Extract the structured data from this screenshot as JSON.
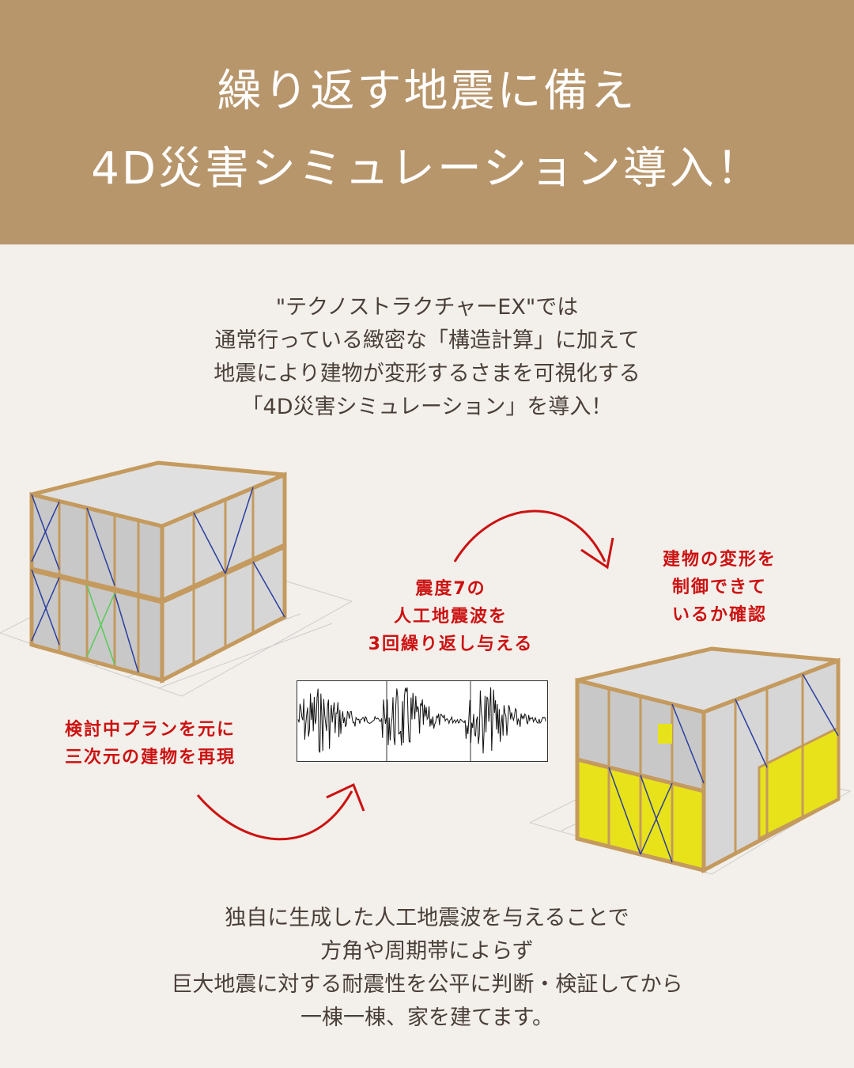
{
  "header": {
    "line1": "繰り返す地震に備え",
    "line2": "4D災害シミュレーション導入！"
  },
  "intro": [
    "\"テクノストラクチャーEX\"では",
    "通常行っている緻密な「構造計算」に加えて",
    "地震により建物が変形するさまを可視化する",
    "「4D災害シミュレーション」を導入！"
  ],
  "labels": {
    "step1": [
      "検討中プランを元に",
      "三次元の建物を再現"
    ],
    "step2": [
      "震度7の",
      "人工地震波を",
      "3回繰り返し与える"
    ],
    "step3": [
      "建物の変形を",
      "制御できて",
      "いるか確認"
    ]
  },
  "outro": [
    "独自に生成した人工地震波を与えることで",
    "方角や周期帯によらず",
    "巨大地震に対する耐震性を公平に判断・検証してから",
    "一棟一棟、家を建てます。"
  ],
  "colors": {
    "header": "#b8966c",
    "background": "#f3f0eb",
    "text": "#4a3f38",
    "accent": "#cc1111"
  }
}
